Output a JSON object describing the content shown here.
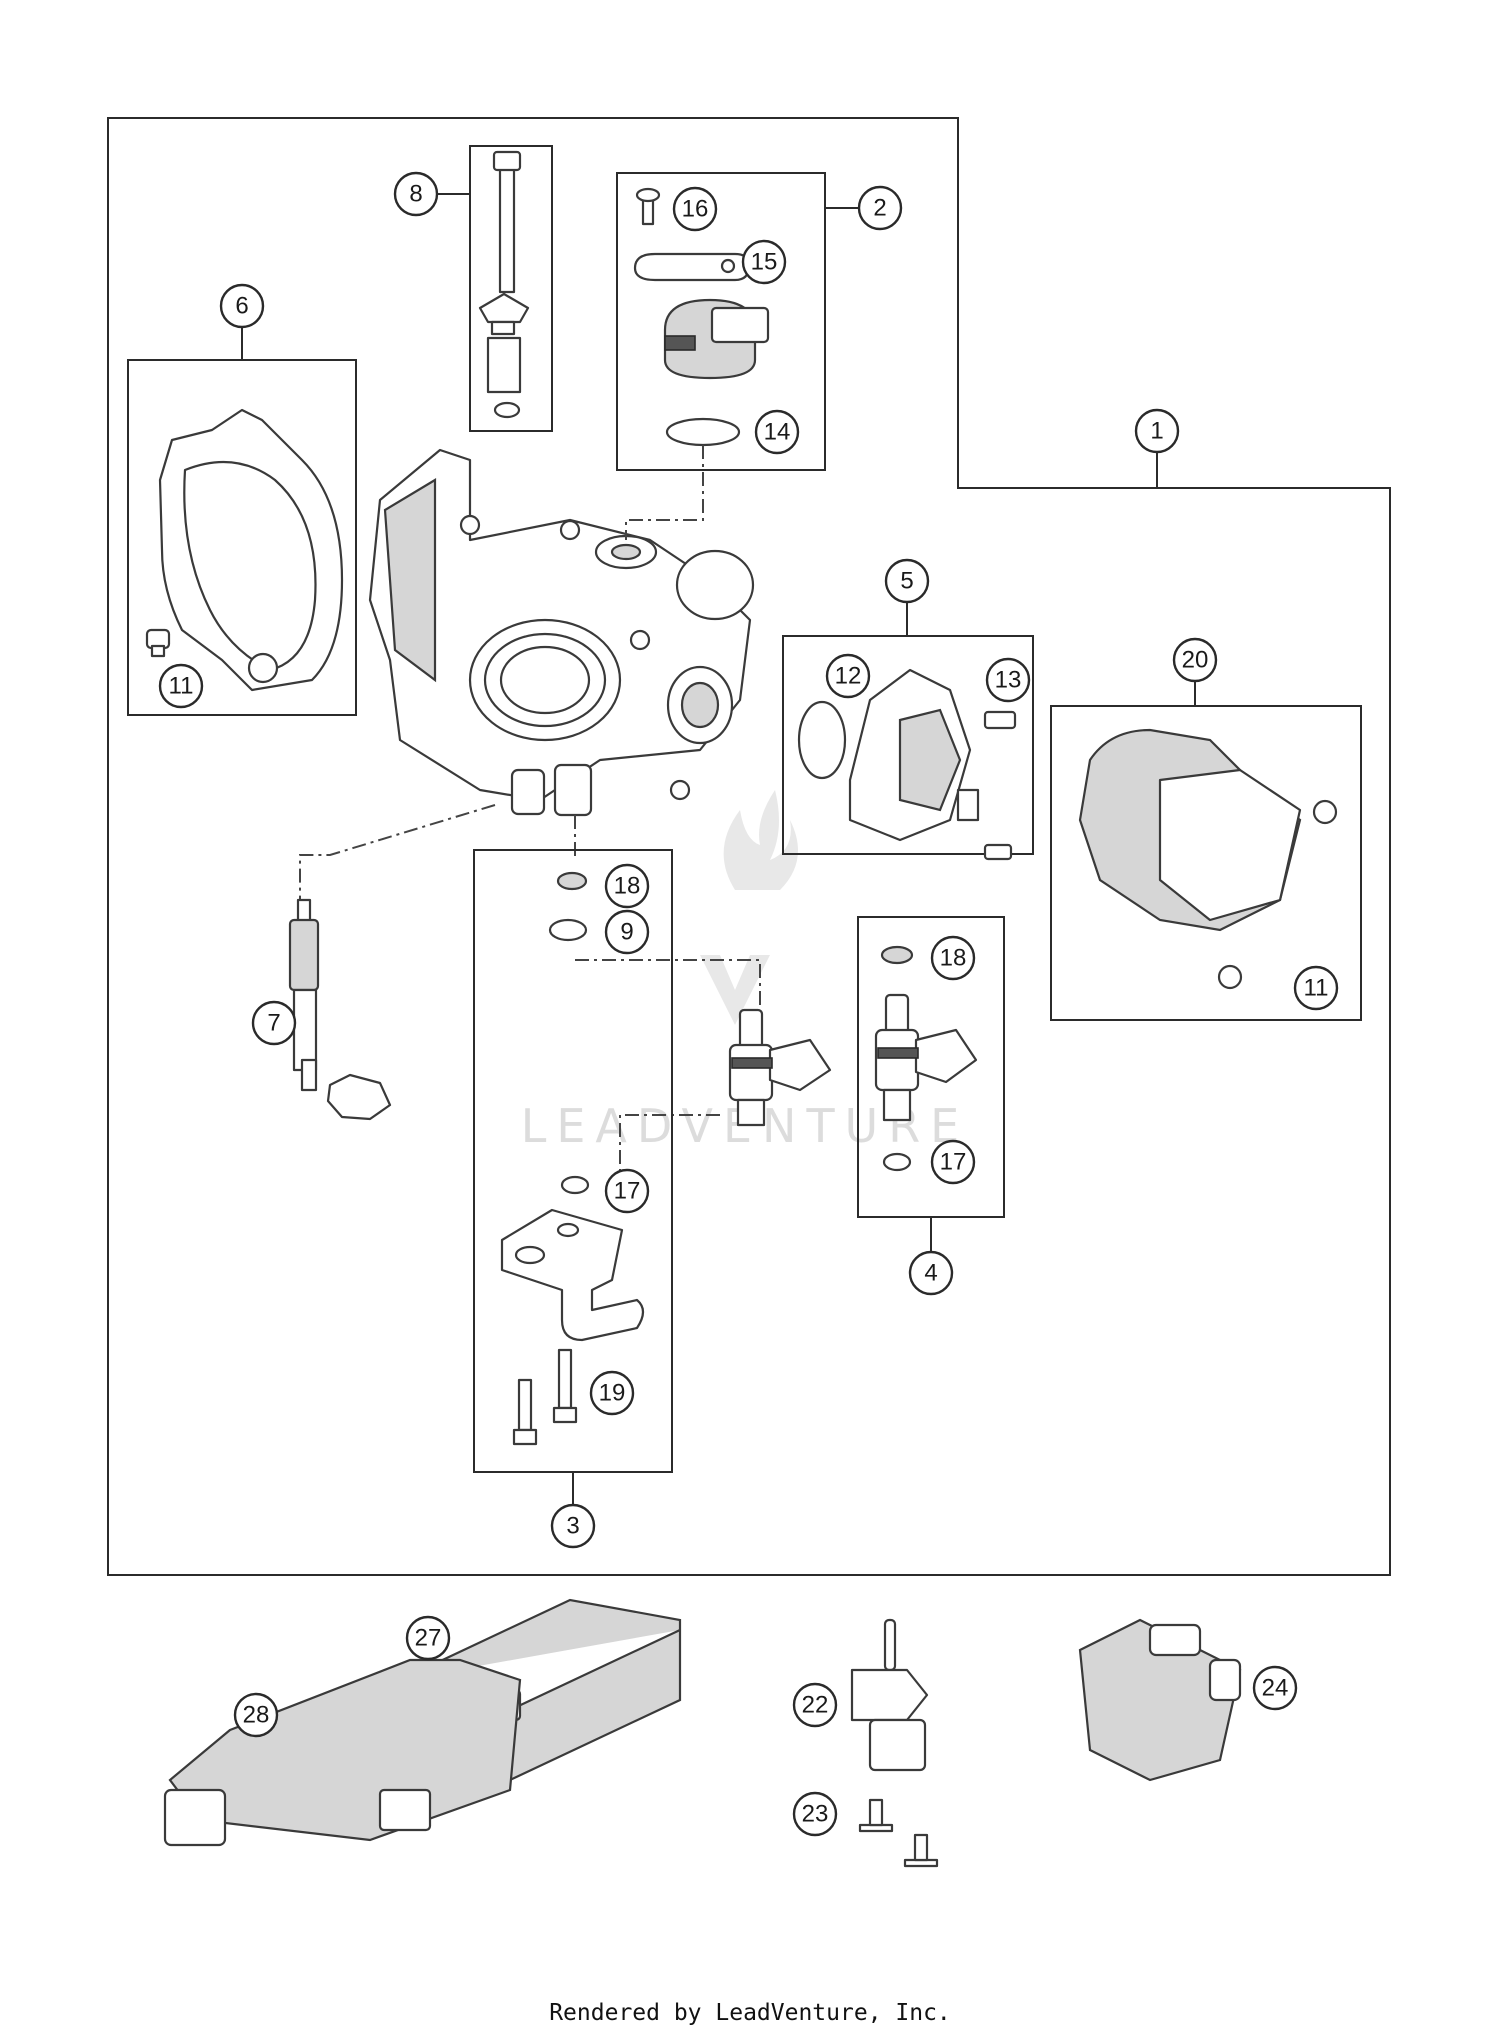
{
  "footer": "Rendered by LeadVenture, Inc.",
  "watermark": "LEADVENTURE",
  "callouts": [
    {
      "id": "c1",
      "label": "1"
    },
    {
      "id": "c2",
      "label": "2"
    },
    {
      "id": "c3",
      "label": "3"
    },
    {
      "id": "c4",
      "label": "4"
    },
    {
      "id": "c5",
      "label": "5"
    },
    {
      "id": "c6",
      "label": "6"
    },
    {
      "id": "c7",
      "label": "7"
    },
    {
      "id": "c8",
      "label": "8"
    },
    {
      "id": "c9",
      "label": "9"
    },
    {
      "id": "c11a",
      "label": "11"
    },
    {
      "id": "c11b",
      "label": "11"
    },
    {
      "id": "c12",
      "label": "12"
    },
    {
      "id": "c13",
      "label": "13"
    },
    {
      "id": "c14",
      "label": "14"
    },
    {
      "id": "c15",
      "label": "15"
    },
    {
      "id": "c16",
      "label": "16"
    },
    {
      "id": "c17a",
      "label": "17"
    },
    {
      "id": "c17b",
      "label": "17"
    },
    {
      "id": "c18a",
      "label": "18"
    },
    {
      "id": "c18b",
      "label": "18"
    },
    {
      "id": "c19",
      "label": "19"
    },
    {
      "id": "c20",
      "label": "20"
    },
    {
      "id": "c22",
      "label": "22"
    },
    {
      "id": "c23",
      "label": "23"
    },
    {
      "id": "c24",
      "label": "24"
    },
    {
      "id": "c27",
      "label": "27"
    },
    {
      "id": "c28",
      "label": "28"
    }
  ]
}
